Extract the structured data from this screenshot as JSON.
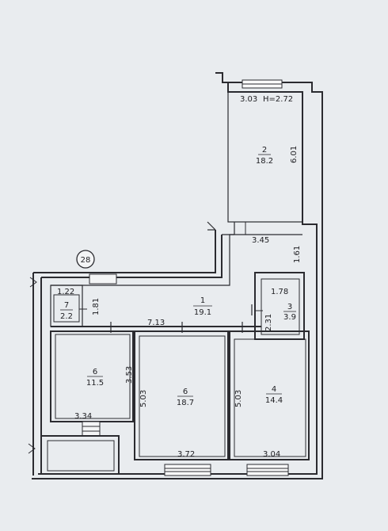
{
  "marker": "28",
  "rooms": [
    {
      "id": "room-2",
      "number": "2",
      "area": "18.2"
    },
    {
      "id": "room-1",
      "number": "1",
      "area": "19.1"
    },
    {
      "id": "room-3",
      "number": "3",
      "area": "3.9"
    },
    {
      "id": "room-7",
      "number": "7",
      "area": "2.2"
    },
    {
      "id": "room-6-left",
      "number": "6",
      "area": "11.5"
    },
    {
      "id": "room-6-center",
      "number": "6",
      "area": "18.7"
    },
    {
      "id": "room-4",
      "number": "4",
      "area": "14.4"
    }
  ],
  "dimensions": {
    "room2_width": "3.03",
    "ceiling_height": "H=2.72",
    "room2_length": "6.01",
    "hall_width": "3.45",
    "hall_length": "1.61",
    "corridor_length": "7.13",
    "corridor_width": "1.81",
    "room7_width": "1.22",
    "room3_width": "1.78",
    "room3_length": "2.31",
    "room6_left_length": "3.53",
    "room6_left_width": "3.34",
    "room6_center_length": "5.03",
    "room6_center_width": "3.72",
    "room4_length": "5.03",
    "room4_width": "3.04"
  }
}
